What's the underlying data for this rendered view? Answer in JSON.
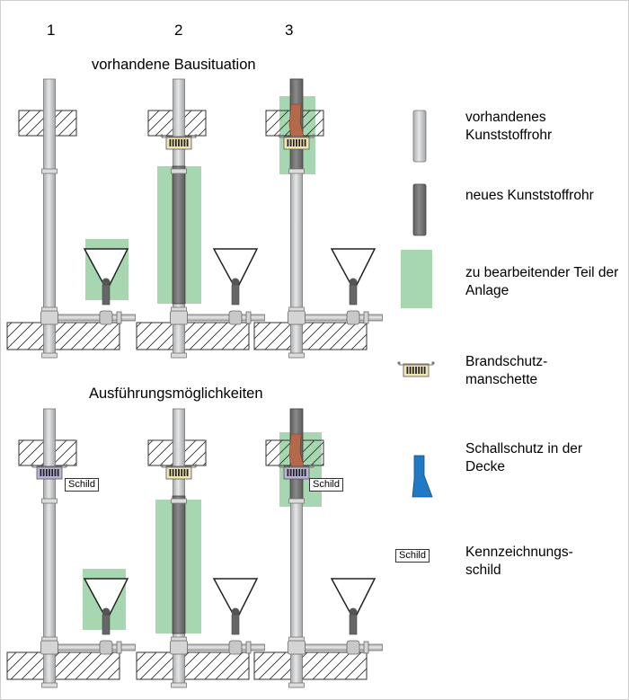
{
  "columns": [
    "1",
    "2",
    "3"
  ],
  "sections": {
    "existing": "vorhandene Bausituation",
    "options": "Ausführungsmöglichkeiten"
  },
  "legend": [
    {
      "key": "pipe_existing",
      "text": "vorhandenes Kunststoffrohr"
    },
    {
      "key": "pipe_new",
      "text": "neues Kunststoffrohr"
    },
    {
      "key": "area",
      "text": "zu  bearbeitender Teil der Anlage"
    },
    {
      "key": "collar",
      "text": "Brandschutz-manschette"
    },
    {
      "key": "sound",
      "text": "Schallschutz in der Decke"
    },
    {
      "key": "label",
      "text": "Kennzeichnungs-schild"
    }
  ],
  "label_text": "Schild",
  "colors": {
    "pipe_existing": "#c9cacb",
    "pipe_new": "#7c7c7c",
    "area": "#a6d7b0",
    "collar": "#f4e6b4",
    "collar_lower": "#b9b3d8",
    "sound_legend": "#1f79c4",
    "sound_in_slab": "#b5694a"
  }
}
